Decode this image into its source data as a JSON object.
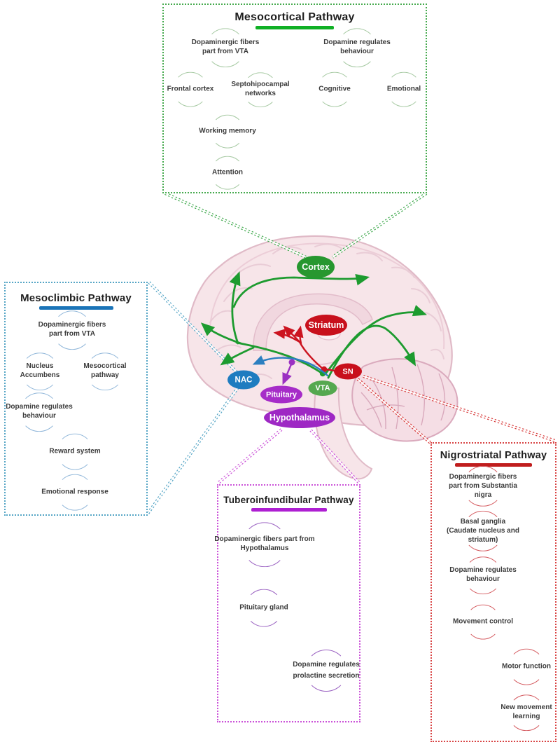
{
  "pathway_boxes": {
    "mesocortical": {
      "title": "Mesocortical Pathway",
      "accent": "#10b025",
      "nodes": {
        "root1": "Dopaminergic fibers\npart from VTA",
        "root2": "Dopamine regulates\nbehaviour",
        "child1": "Frontal cortex",
        "child2": "Septohipocampal\nnetworks",
        "child3": "Cognitive",
        "child4": "Emotional",
        "sub1": "Working memory",
        "sub2": "Attention"
      }
    },
    "mesoclimbic": {
      "title": "Mesoclimbic Pathway",
      "accent": "#1b74b8",
      "nodes": {
        "root": "Dopaminergic fibers\npart from VTA",
        "child1": "Nucleus\nAccumbens",
        "child2": "Mesocortical\npathway",
        "node3": "Dopamine regulates\nbehaviour",
        "sub1": "Reward system",
        "sub2": "Emotional response"
      }
    },
    "tuberoinfundibular": {
      "title": "Tuberoinfundibular Pathway",
      "accent": "#ae1fd2",
      "nodes": {
        "n1": "Dopaminergic fibers part from\nHypothalamus",
        "n2": "Pituitary gland",
        "n3": "Dopamine regulates\nprolactine secretion"
      }
    },
    "nigrostriatal": {
      "title": "Nigrostriatal Pathway",
      "accent": "#c01d1d",
      "nodes": {
        "n1": "Dopaminergic fibers\npart from Substantia\nnigra",
        "n2": "Basal ganglia\n(Caudate nucleus and\nstriatum)",
        "n3": "Dopamine regulates\nbehaviour",
        "n4": "Movement control",
        "sub1": "Motor function",
        "sub2": "New movement\nlearning"
      }
    }
  },
  "brain_labels": {
    "cortex": {
      "label": "Cortex",
      "color": "#27972f"
    },
    "striatum": {
      "label": "Striatum",
      "color": "#c8101c"
    },
    "nac": {
      "label": "NAC",
      "color": "#1e7cc0"
    },
    "vta": {
      "label": "VTA",
      "color": "#55a84f"
    },
    "sn": {
      "label": "SN",
      "color": "#c8101c"
    },
    "pituitary": {
      "label": "Pituitary",
      "color": "#a62cc8"
    },
    "hypothalamus": {
      "label": "Hypothalamus",
      "color": "#9e28c4"
    }
  },
  "pathway_arrow_colors": {
    "mesocortical_fibers": "#1d9b2f",
    "nigrostriatal_fibers": "#cc1420",
    "mesolimbic_fiber": "#2c7fc0",
    "tuberoinfundibular_fiber": "#9b30c2"
  }
}
